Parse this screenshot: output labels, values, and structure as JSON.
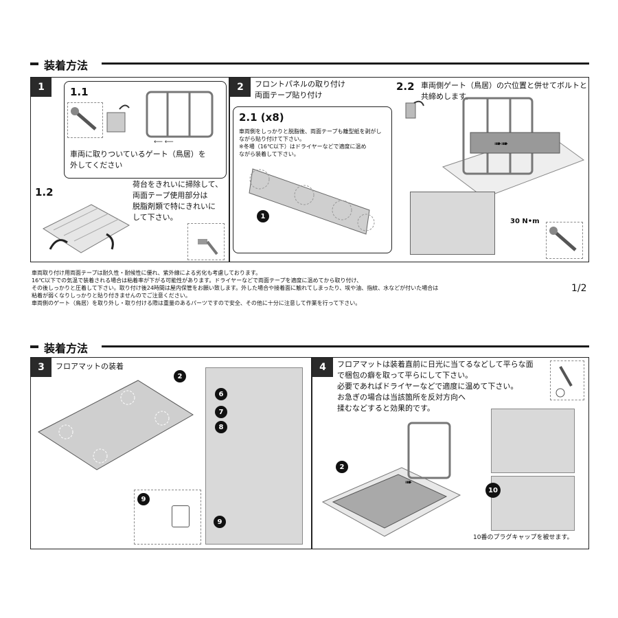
{
  "page1": {
    "section_title": "装着方法",
    "page_number": "1/2",
    "step1": {
      "number": "1",
      "sub1_label": "1.1",
      "sub1_text": "車両に取りついているゲート（鳥居）を\n外してください",
      "sub2_label": "1.2",
      "sub2_text": "荷台をきれいに掃除して、\n両面テープ使用部分は\n脱脂剤類で特にきれいに\nして下さい。"
    },
    "step2": {
      "number": "2",
      "header": "フロントパネルの取り付け\n両面テープ貼り付け",
      "sub1_label": "2.1 (x8)",
      "sub1_text": "車両側をしっかりと脱脂後、両面テープも離型紙を剥がし\nながら貼り付けて下さい。\n※冬場（16℃以下）はドライヤーなどで適度に温め\nながら装着して下さい。",
      "part_number": "1",
      "sub2_label": "2.2",
      "sub2_text": "車両側ゲート（鳥居）の穴位置と併せてボルトと\n共締めします。",
      "torque": "30 N•m"
    },
    "notes": "車両取り付け用両面テープは耐久性・耐候性に優れ、紫外線による劣化も考慮しております。\n16℃以下での気温で装着される場合は粘着率が下がる可能性があります。ドライヤーなどで両面テープを適度に温めてから取り付け、\nその後しっかりと圧着して下さい。取り付け後24時間は屋内保管をお願い致します。外した場合や接着面に触れてしまったり、埃や油、指紋、水などが付いた場合は\n粘着が弱くなりしっかりと貼り付きませんのでご注意ください。\n車両側のゲート（鳥居）を取り外し・取り付ける際は重量のあるパーツですので安全、その他に十分に注意して作業を行って下さい。"
  },
  "page2": {
    "section_title": "装着方法",
    "step3": {
      "number": "3",
      "header": "フロアマットの装着",
      "callouts": [
        "2",
        "6",
        "7",
        "8",
        "9",
        "9"
      ]
    },
    "step4": {
      "number": "4",
      "text": "フロアマットは装着直前に日光に当てるなどして平らな面\nで梱包の癖を取って平らにして下さい。\n必要であればドライヤーなどで適度に温めて下さい。\nお急ぎの場合は当該箇所を反対方向へ\n揉むなどすると効果的です。",
      "callouts": [
        "2",
        "10"
      ],
      "caption": "10番のプラグキャップを被せます。"
    }
  },
  "colors": {
    "ink": "#1a1a1a",
    "photo": "#d9d9d9",
    "panel_fill": "#ffffff"
  }
}
